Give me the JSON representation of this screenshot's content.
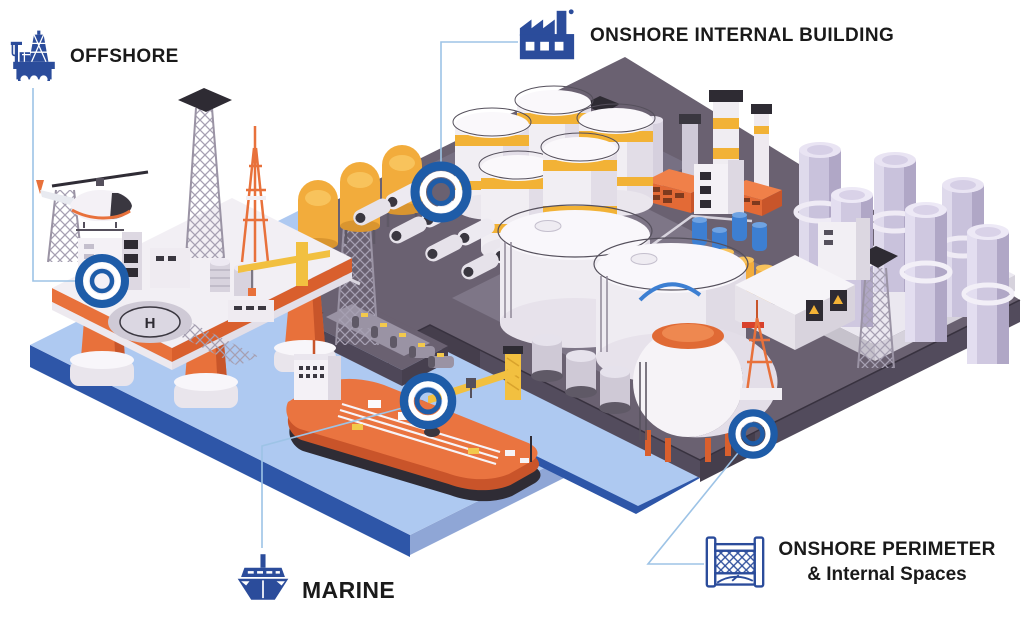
{
  "callouts": {
    "offshore": {
      "label": "OFFSHORE",
      "icon": "oil-rig-icon"
    },
    "onshore_internal_building": {
      "label": "ONSHORE INTERNAL BUILDING",
      "icon": "factory-icon"
    },
    "marine": {
      "label": "MARINE",
      "icon": "cargo-ship-icon"
    },
    "onshore_perimeter": {
      "line1": "ONSHORE PERIMETER",
      "line2": "& Internal Spaces",
      "icon": "security-fence-icon"
    }
  },
  "scene": {
    "helipad_marking": "H"
  },
  "colors": {
    "icon_blue": "#2B4C9B",
    "marker_blue": "#1E5CA8",
    "connector_blue": "#9DC3E6",
    "label_text": "#1A1A1A",
    "water_top": "#AEC9F1",
    "water_edge_dark": "#2E56A8",
    "water_edge_light": "#8FA6D6",
    "ground_top": "#6A6171",
    "ground_front": "#4E4758",
    "accent_orange": "#E8713B",
    "accent_yellow": "#F2B236",
    "equipment_white": "#F2EFF4",
    "column_lavender": "#CFC8E0",
    "vessel_blue": "#3D7FD2"
  }
}
